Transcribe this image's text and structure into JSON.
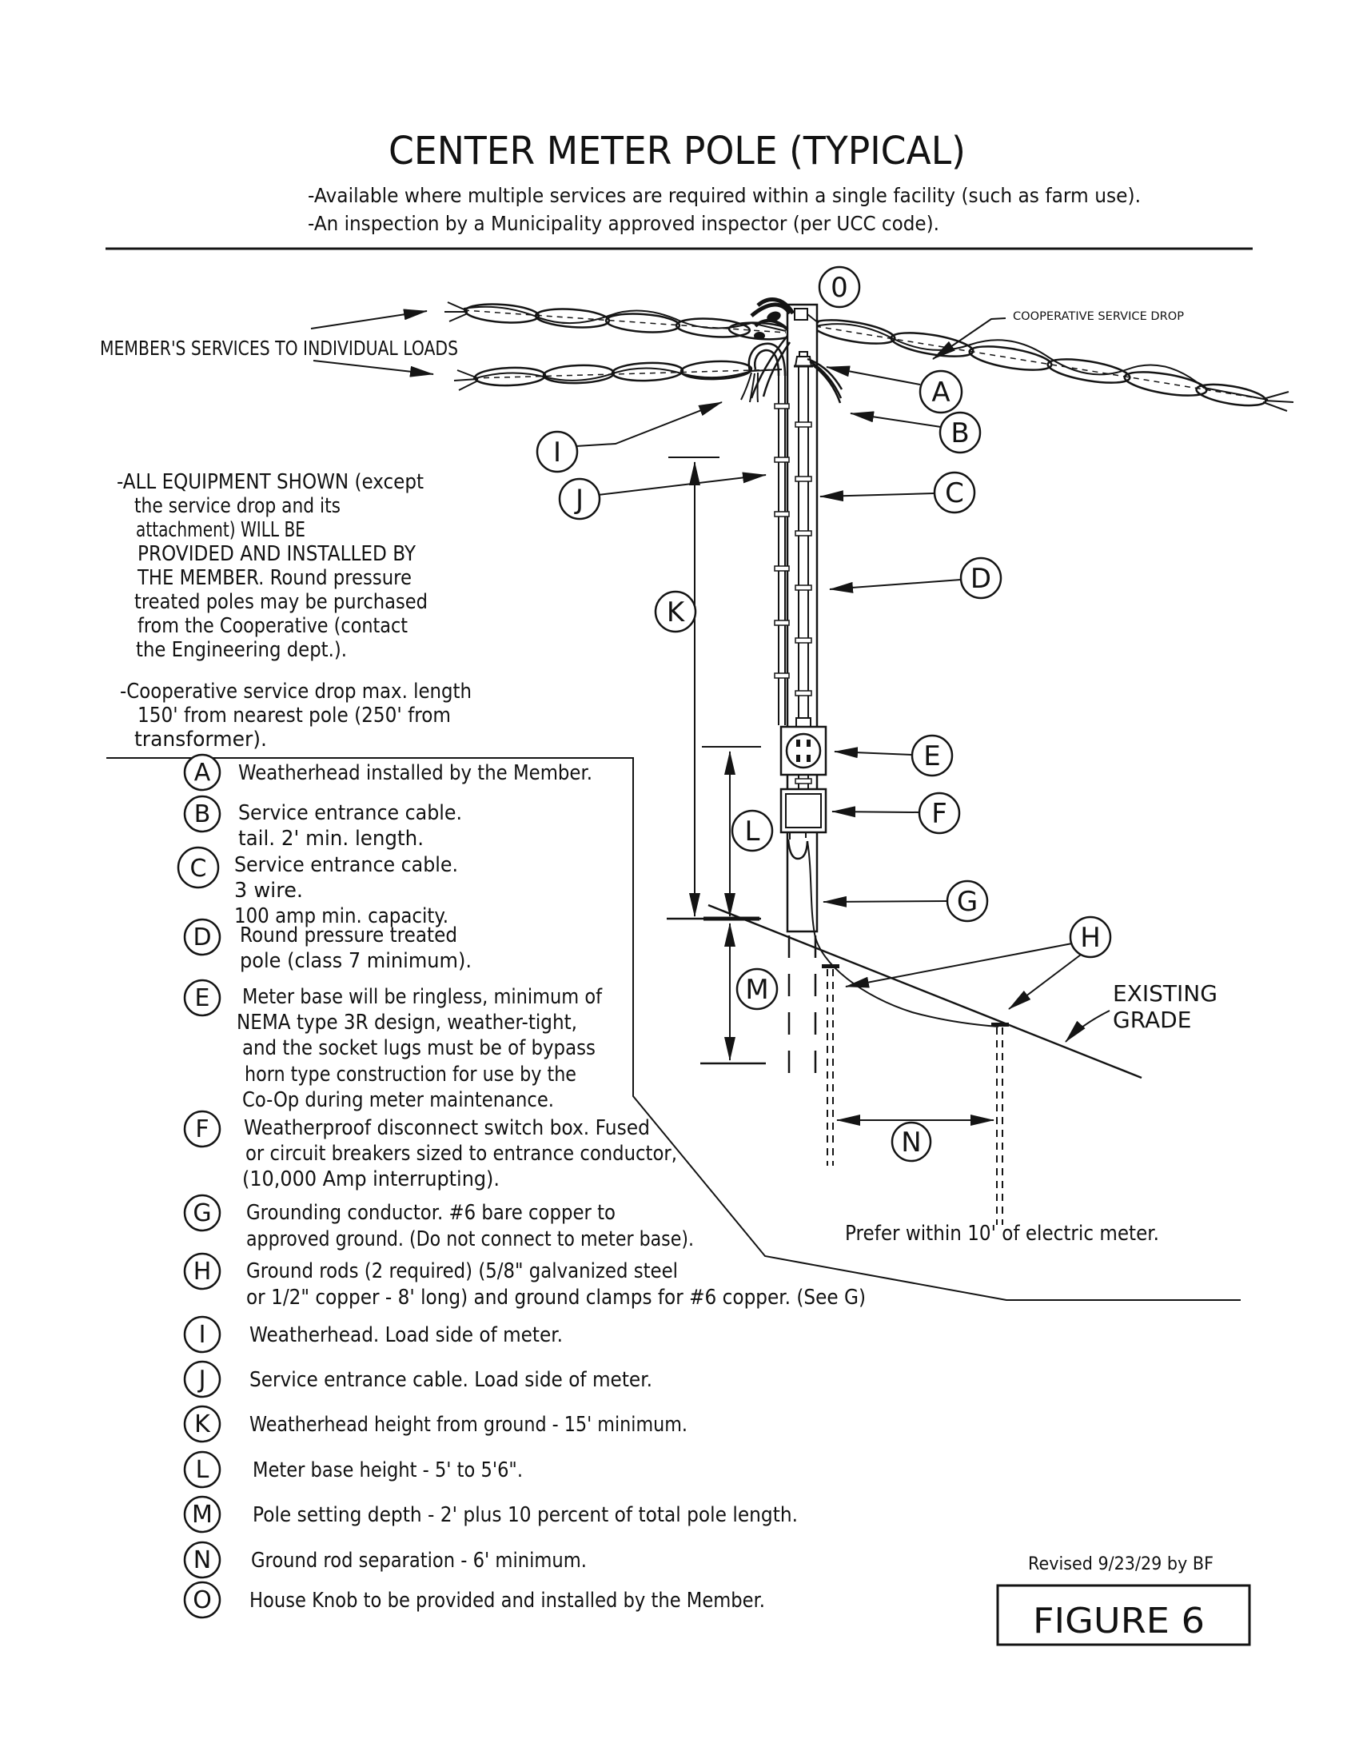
{
  "title": "CENTER METER POLE (TYPICAL)",
  "subtitles": [
    "-Available where multiple services are required within a single facility (such as farm use).",
    "-An inspection by a Municipality approved inspector (per UCC code)."
  ],
  "diagram_labels": {
    "members_services": "MEMBER'S SERVICES TO INDIVIDUAL LOADS",
    "cooperative_service_drop": "COOPERATIVE SERVICE DROP",
    "existing_grade_line1": "EXISTING",
    "existing_grade_line2": "GRADE",
    "prefer_note": "Prefer within 10' of electric meter."
  },
  "notes": {
    "equipment": [
      "-ALL EQUIPMENT SHOWN (except",
      "the service drop and its",
      "attachment) WILL BE",
      "PROVIDED AND INSTALLED BY",
      "THE MEMBER.  Round pressure",
      "treated poles may be purchased",
      "from the Cooperative (contact",
      "the Engineering dept.)."
    ],
    "service_drop": [
      "-Cooperative service drop max. length",
      "150' from nearest pole (250' from",
      "transformer)."
    ]
  },
  "callouts": {
    "o": "0",
    "a": "A",
    "b": "B",
    "c": "C",
    "d": "D",
    "e": "E",
    "f": "F",
    "g": "G",
    "h": "H",
    "i": "I",
    "j": "J",
    "k": "K",
    "l": "L",
    "m": "M",
    "n": "N"
  },
  "legend": [
    {
      "key": "A",
      "lines": [
        "Weatherhead installed by the Member."
      ]
    },
    {
      "key": "B",
      "lines": [
        "Service entrance cable.",
        "tail.   2' min. length."
      ]
    },
    {
      "key": "C",
      "lines": [
        "Service entrance cable.",
        "3 wire.",
        "100 amp min. capacity."
      ]
    },
    {
      "key": "D",
      "lines": [
        "Round pressure treated",
        "pole (class 7 minimum)."
      ]
    },
    {
      "key": "E",
      "lines": [
        "Meter base will be ringless, minimum of",
        "NEMA type 3R design, weather-tight,",
        "and the socket lugs must be of bypass",
        "horn type construction for use by the",
        "Co-Op during meter maintenance."
      ]
    },
    {
      "key": "F",
      "lines": [
        "Weatherproof disconnect switch box.  Fused",
        "or circuit breakers sized to entrance conductor,",
        "(10,000 Amp interrupting)."
      ]
    },
    {
      "key": "G",
      "lines": [
        "Grounding conductor.  #6 bare copper to",
        "approved ground. (Do not connect to meter base)."
      ]
    },
    {
      "key": "H",
      "lines": [
        "Ground rods (2 required) (5/8\" galvanized steel",
        "or 1/2\" copper - 8' long) and ground clamps for #6 copper. (See G)"
      ]
    },
    {
      "key": "I",
      "lines": [
        "Weatherhead.  Load side of meter."
      ]
    },
    {
      "key": "J",
      "lines": [
        "Service entrance cable.  Load side of meter."
      ]
    },
    {
      "key": "K",
      "lines": [
        "Weatherhead height from ground - 15' minimum."
      ]
    },
    {
      "key": "L",
      "lines": [
        "Meter base height - 5' to 5'6\"."
      ]
    },
    {
      "key": "M",
      "lines": [
        "Pole setting depth - 2' plus 10 percent of total pole length."
      ]
    },
    {
      "key": "N",
      "lines": [
        "Ground rod separation - 6' minimum."
      ]
    },
    {
      "key": "O",
      "lines": [
        "House Knob to be provided and installed by the Member."
      ]
    }
  ],
  "footer": {
    "revised": "Revised 9/23/29 by BF",
    "figure": "FIGURE 6"
  }
}
